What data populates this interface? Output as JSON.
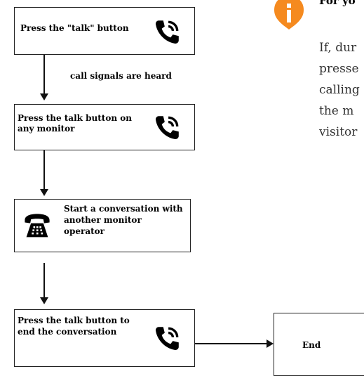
{
  "flow": {
    "step1": "Press the \"talk\" button",
    "edge1": "call signals are heard",
    "step2_line1": "Press the talk button on",
    "step2_line2": "any monitor",
    "step3_line1": "Start a conversation with",
    "step3_line2": "another monitor",
    "step3_line3": "operator",
    "step4_line1": "Press the talk button to",
    "step4_line2": "end the conversation",
    "end": "End"
  },
  "side_note": {
    "title": "For yo",
    "lines": [
      "If, dur",
      "presse",
      "calling",
      "the m",
      "visitor"
    ]
  },
  "colors": {
    "info_accent": "#f58a1f"
  },
  "icons": {
    "talk": "phone-ringing-icon",
    "operator": "desk-phone-icon",
    "info": "info-icon"
  }
}
